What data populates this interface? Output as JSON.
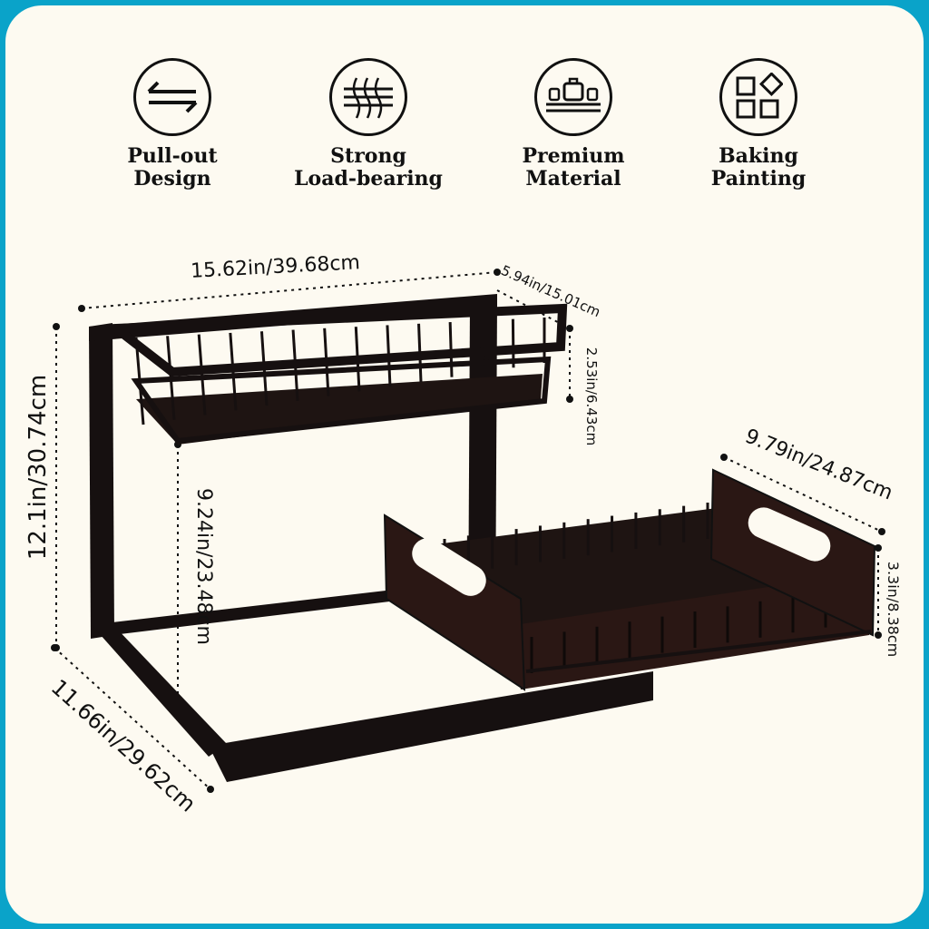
{
  "features": [
    {
      "icon": "pull-out-arrows-icon",
      "label": "Pull-out\nDesign"
    },
    {
      "icon": "load-bearing-icon",
      "label": "Strong\nLoad-bearing"
    },
    {
      "icon": "weights-on-shelf-icon",
      "label": "Premium\nMaterial"
    },
    {
      "icon": "shapes-icon",
      "label": "Baking\nPainting"
    }
  ],
  "dimensions": {
    "top_width": "15.62in/39.68cm",
    "top_depth": "5.94in/15.01cm",
    "top_basket_height": "2.53in/6.43cm",
    "total_height": "12.1in/30.74cm",
    "clearance_height": "9.24in/23.48cm",
    "drawer_depth": "9.79in/24.87cm",
    "drawer_height": "3.3in/8.38cm",
    "base_depth": "11.66in/29.62cm"
  },
  "colors": {
    "border": "#0aa3c9",
    "background": "#fdfaf1",
    "rack": "#161010",
    "panel": "#2a1714"
  }
}
